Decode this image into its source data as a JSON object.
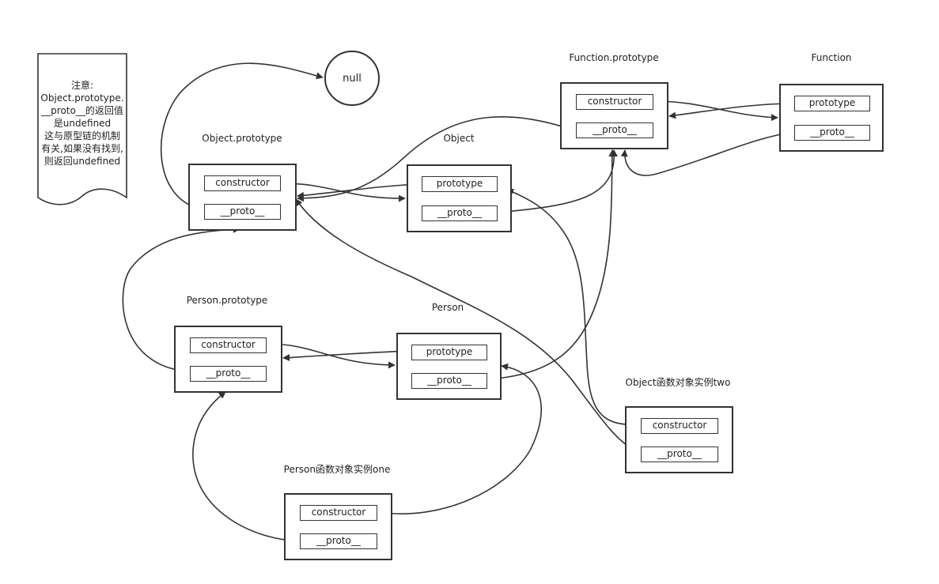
{
  "note": {
    "lines": [
      "注意:",
      "Object.prototype.",
      "__proto__的返回值",
      "是undefined",
      "这与原型链的机制",
      "有关,如果没有找到,",
      "则返回undefined"
    ]
  },
  "null_node": {
    "label": "null"
  },
  "nodes": {
    "object_prototype": {
      "title": "Object.prototype",
      "fields": [
        "constructor",
        "__proto__"
      ]
    },
    "object": {
      "title": "Object",
      "fields": [
        "prototype",
        "__proto__"
      ]
    },
    "function_prototype": {
      "title": "Function.prototype",
      "fields": [
        "constructor",
        "__proto__"
      ]
    },
    "function": {
      "title": "Function",
      "fields": [
        "prototype",
        "__proto__"
      ]
    },
    "person_prototype": {
      "title": "Person.prototype",
      "fields": [
        "constructor",
        "__proto__"
      ]
    },
    "person": {
      "title": "Person",
      "fields": [
        "prototype",
        "__proto__"
      ]
    },
    "instance_two": {
      "title": "Object函数对象实例two",
      "fields": [
        "constructor",
        "__proto__"
      ]
    },
    "instance_one": {
      "title": "Person函数对象实例one",
      "fields": [
        "constructor",
        "__proto__"
      ]
    }
  },
  "colors": {
    "stroke": "#333333",
    "background": "#ffffff",
    "text": "#222222"
  }
}
